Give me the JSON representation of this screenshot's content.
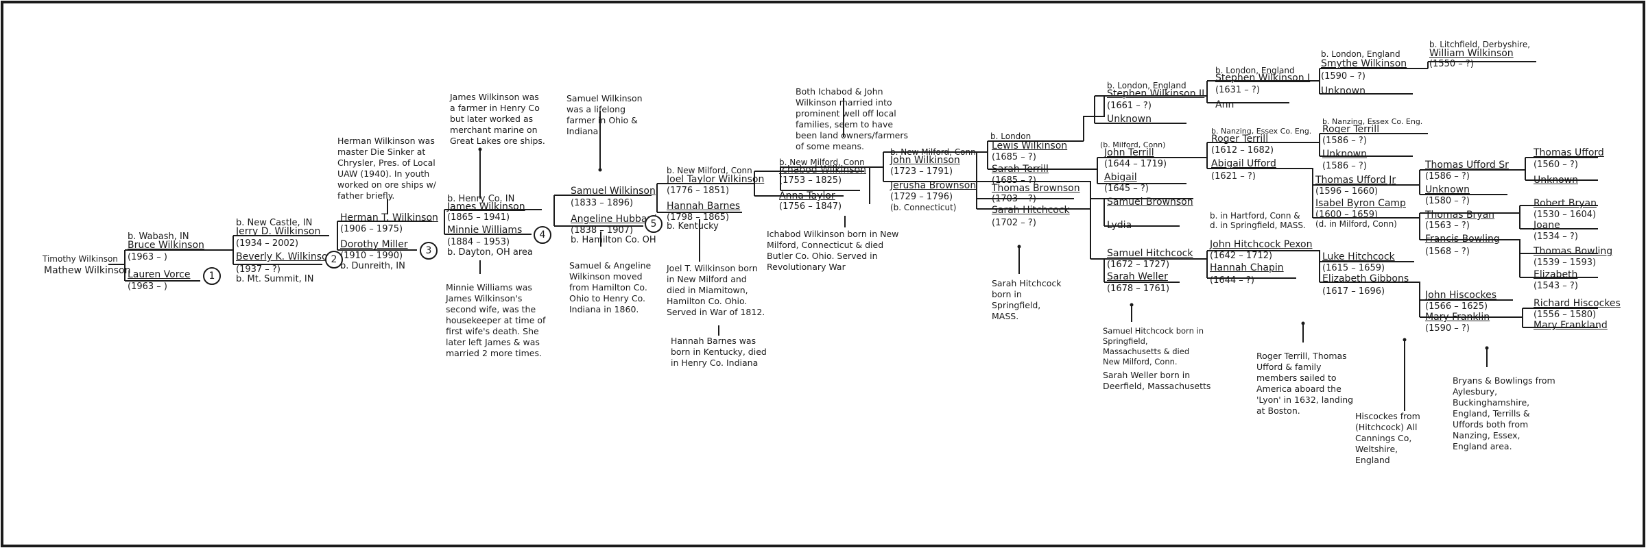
{
  "gen1": {
    "label1": "Timothy Wilkinson",
    "label2": "Mathew Wilkinson"
  },
  "gen2": {
    "father_birth": "b. Wabash, IN",
    "father_name": "Bruce Wilkinson",
    "father_dates": "(1963 – )",
    "mother_name": "Lauren Vorce",
    "mother_dates": "(1963 – )",
    "circle": "1"
  },
  "gen3": {
    "father_birth": "b. New Castle, IN",
    "father_name": "Jerry D. Wilkinson",
    "father_dates": "(1934 – 2002)",
    "mother_name": "Beverly K. Wilkinson",
    "mother_dates": "(1937 – ?)",
    "mother_birth": "b. Mt. Summit, IN",
    "circle": "2"
  },
  "gen4": {
    "father_name": "Herman T. Wilkinson",
    "father_dates": "(1906 – 1975)",
    "mother_name": "Dorothy Miller",
    "mother_dates": "(1910 – 1990)",
    "mother_birth": "b. Dunreith, IN",
    "circle": "3",
    "note": "Herman Wilkinson was master Die Sinker at Chrysler, Pres. of Local UAW (1940). In youth worked on ore ships w/ father briefly."
  },
  "gen5": {
    "father_birth": "b. Henry Co. IN",
    "father_name": "James Wilkinson",
    "father_dates": "(1865 – 1941)",
    "mother_name": "Minnie Williams",
    "mother_dates": "(1884 – 1953)",
    "mother_birth": "b. Dayton, OH area",
    "circle": "4",
    "note_top": "James Wilkinson was a farmer in Henry Co but later worked as merchant marine on Great Lakes ore ships.",
    "note_bottom": "Minnie Williams was James Wilkinson's second wife, was the housekeeper at time of first wife's death. She later left James & was married 2 more times."
  },
  "gen6": {
    "father_name": "Samuel Wilkinson",
    "father_dates": "(1833 – 1896)",
    "mother_name": "Angeline Hubbard",
    "mother_dates": "(1838 – 1907)",
    "mother_birth": "b. Hamilton Co. OH",
    "circle": "5",
    "note_top": "Samuel Wilkinson was a lifelong farmer in Ohio & Indiana",
    "note_bottom": "Samuel & Angeline Wilkinson moved from Hamilton Co. Ohio to Henry Co. Indiana in 1860."
  },
  "gen7": {
    "father_birth": "b. New Milford, Conn",
    "father_name": "Joel Taylor Wilkinson",
    "father_dates": "(1776 – 1851)",
    "mother_name": "Hannah Barnes",
    "mother_dates": "(1798 – 1865)",
    "mother_birth": "b. Kentucky",
    "note_bottom": "Joel T. Wilkinson born in New Milford and died in Miamitown, Hamilton Co. Ohio. Served in War of 1812.",
    "note_bottom2": "Hannah Barnes was born in Kentucky, died in Henry Co. Indiana"
  },
  "gen8": {
    "father_birth": "b. New Milford, Conn",
    "father_name": "Ichabod Wilkinson",
    "father_dates": "(1753 – 1825)",
    "mother_name": "Anna Taylor",
    "mother_dates": "(1756 – 1847)",
    "note_top": "Both Ichabod & John Wilkinson married into prominent well off local families, seem to have been land owners/farmers of some means.",
    "note_bottom": "Ichabod Wilkinson born in New Milford, Connecticut & died Butler Co. Ohio. Served in Revolutionary War"
  },
  "gen9": {
    "father_birth": "b. New Milford, Conn",
    "father_name": "John Wilkinson",
    "father_dates": "(1723 – 1791)",
    "mother_name": "Jerusha Brownson",
    "mother_dates": "(1729 – 1796)",
    "mother_birth": "(b. Connecticut)"
  },
  "gen10": {
    "p1_birth": "b. London",
    "p1_name": "Lewis Wilkinson",
    "p1_dates": "(1685 – ?)",
    "p2_name": "Sarah Terrill",
    "p2_dates": "(1685 – ?)",
    "p3_name": "Thomas Brownson",
    "p3_dates": "(1703 – ?)",
    "p4_name": "Sarah Hitchcock",
    "p4_dates": "(1702 – ?)",
    "note_sarah": "Sarah Hitchcock born in Springfield, MASS."
  },
  "gen11": {
    "p1_birth": "b. London, England",
    "p1_name": "Stephen Wilkinson II",
    "p1_dates": "(1661 – ?)",
    "p2_name": "Unknown",
    "p3_birth": "(b. Milford, Conn)",
    "p3_name": "John Terrill",
    "p3_dates": "(1644 – 1719)",
    "p4_name": "Abigail",
    "p4_dates": "(1645 – ?)",
    "p5_name": "Samuel Brownson",
    "p6_name": "Lydia",
    "p7_name": "Samuel Hitchcock",
    "p7_dates": "(1672 – 1727)",
    "p8_name": "Sarah Weller",
    "p8_dates": "(1678 – 1761)",
    "note1": "Samuel Hitchcock born in Springfield, Massachusetts & died New Milford, Conn.",
    "note2": "Sarah Weller born in Deerfield, Massachusetts"
  },
  "gen12": {
    "p1_birth": "b. London, England",
    "p1_name": "Stephen Wilkinson I",
    "p1_dates": "(1631 – ?)",
    "p2_name": "Ann",
    "p3_birth": "b. Nanzing, Essex Co. Eng.",
    "p3_name": "Roger Terrill",
    "p3_dates": "(1612 – 1682)",
    "p4_name": "Abigail Ufford",
    "p4_dates": "(1621 – ?)",
    "p5_birth": "b. in Hartford, Conn &",
    "p5_birth2": "d. in Springfield, MASS.",
    "p5_name": "John Hitchcock Pexon",
    "p5_dates": "(1642 – 1712)",
    "p6_name": "Hannah Chapin",
    "p6_dates": "(1644 – ?)",
    "note": "Roger Terrill, Thomas Ufford & family members sailed to America aboard the 'Lyon' in 1632, landing at Boston."
  },
  "gen13": {
    "p1_birth": "b. London, England",
    "p1_name": "Smythe Wilkinson",
    "p1_dates": "(1590 – ?)",
    "p2_name": "Unknown",
    "p3_birth": "b. Nanzing, Essex Co. Eng.",
    "p3_name": "Roger Terrill",
    "p3_dates": "(1586 – ?)",
    "p4_name": "Unknown",
    "p4_dates": "(1586 – ?)",
    "p5_name": "Thomas Ufford Jr",
    "p5_dates": "(1596 – 1660)",
    "p6_name": "Isabel Byron Camp",
    "p6_dates": "(1600 – 1659)",
    "p6_death": "(d. in Milford, Conn)",
    "p7_name": "Luke Hitchcock",
    "p7_dates": "(1615 – 1659)",
    "p8_name": "Elizabeth Gibbons",
    "p8_dates": "(1617 – 1696)",
    "note": "Hiscockes from (Hitchcock) All Cannings Co, Weltshire, England"
  },
  "gen14": {
    "p1_birth": "b. Litchfield, Derbyshire,",
    "p1_name": "William Wilkinson",
    "p1_dates": "(1550 – ?)",
    "p2_name": "Thomas Ufford Sr",
    "p2_dates": "(1586 – ?)",
    "p3_name": "Unknown",
    "p3_dates": "(1580 – ?)",
    "p4_name": "Thomas Bryan",
    "p4_dates": "(1563 – ?)",
    "p5_name": "Francis Bowling",
    "p5_dates": "(1568 – ?)",
    "p6_name": "John Hiscockes",
    "p6_dates": "(1566 – 1625)",
    "p7_name": "Mary Franklin",
    "p7_dates": "(1590 – ?)",
    "note": "Bryans & Bowlings from Aylesbury, Buckinghamshire, England, Terrills & Uffords both from Nanzing, Essex, England area."
  },
  "gen15": {
    "p1_name": "Thomas Ufford",
    "p1_dates": "(1560 – ?)",
    "p2_name": "Unknown",
    "p3_name": "Robert Bryan",
    "p3_dates": "(1530 – 1604)",
    "p4_name": "Joane",
    "p4_dates": "(1534 – ?)",
    "p5_name": "Thomas Bowling",
    "p5_dates": "(1539 – 1593)",
    "p6_name": "Elizabeth",
    "p6_dates": "(1543 – ?)",
    "p7_name": "Richard Hiscockes",
    "p7_dates": "(1556 – 1580)",
    "p8_name": "Mary Frankland"
  }
}
